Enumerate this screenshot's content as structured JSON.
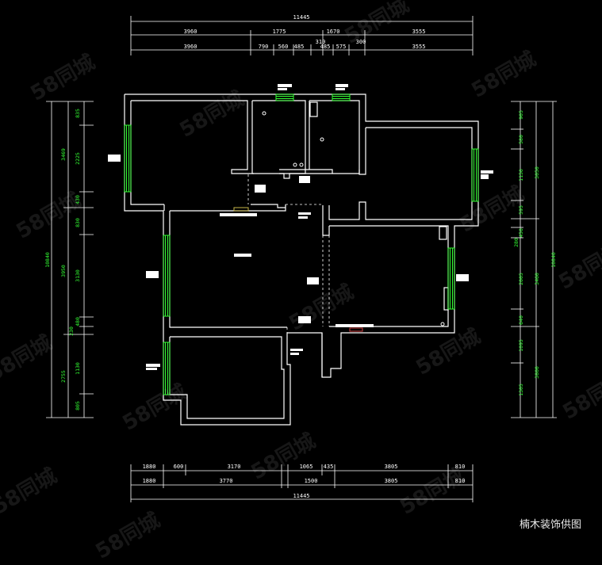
{
  "caption": "楠木装饰供图",
  "watermark": "58同城",
  "colors": {
    "background": "#000000",
    "wall": "#ffffff",
    "dimension_text": "#ffffff",
    "side_dimension_text": "#33ff33",
    "window": "#33ff33",
    "label_box": "#ffffff"
  },
  "top_dims": {
    "total": "11445",
    "row1": [
      "3960",
      "1775",
      "1670",
      "3555"
    ],
    "row2": [
      "3960",
      "790",
      "560",
      "485",
      "485",
      "575",
      "3555"
    ],
    "row2b": [
      "310",
      "300"
    ]
  },
  "bottom_dims": {
    "total": "11445",
    "row1": [
      "1880",
      "600",
      "3170",
      "1065",
      "435",
      "3805",
      "810"
    ],
    "row2": [
      "1880",
      "3770",
      "1500",
      "3805",
      "810"
    ]
  },
  "left_dims": {
    "total": "10840",
    "outer": [
      "3469",
      "3950",
      "2755"
    ],
    "inner": [
      "835",
      "2225",
      "430",
      "830",
      "3130",
      "480",
      "230",
      "1130",
      "805"
    ]
  },
  "right_dims": {
    "total": "10840",
    "outer": [
      "3050",
      "3460",
      "3800"
    ],
    "inner": [
      "905",
      "580",
      "1150",
      "595",
      "450",
      "280",
      "2005",
      "640",
      "1095",
      "1305"
    ]
  }
}
